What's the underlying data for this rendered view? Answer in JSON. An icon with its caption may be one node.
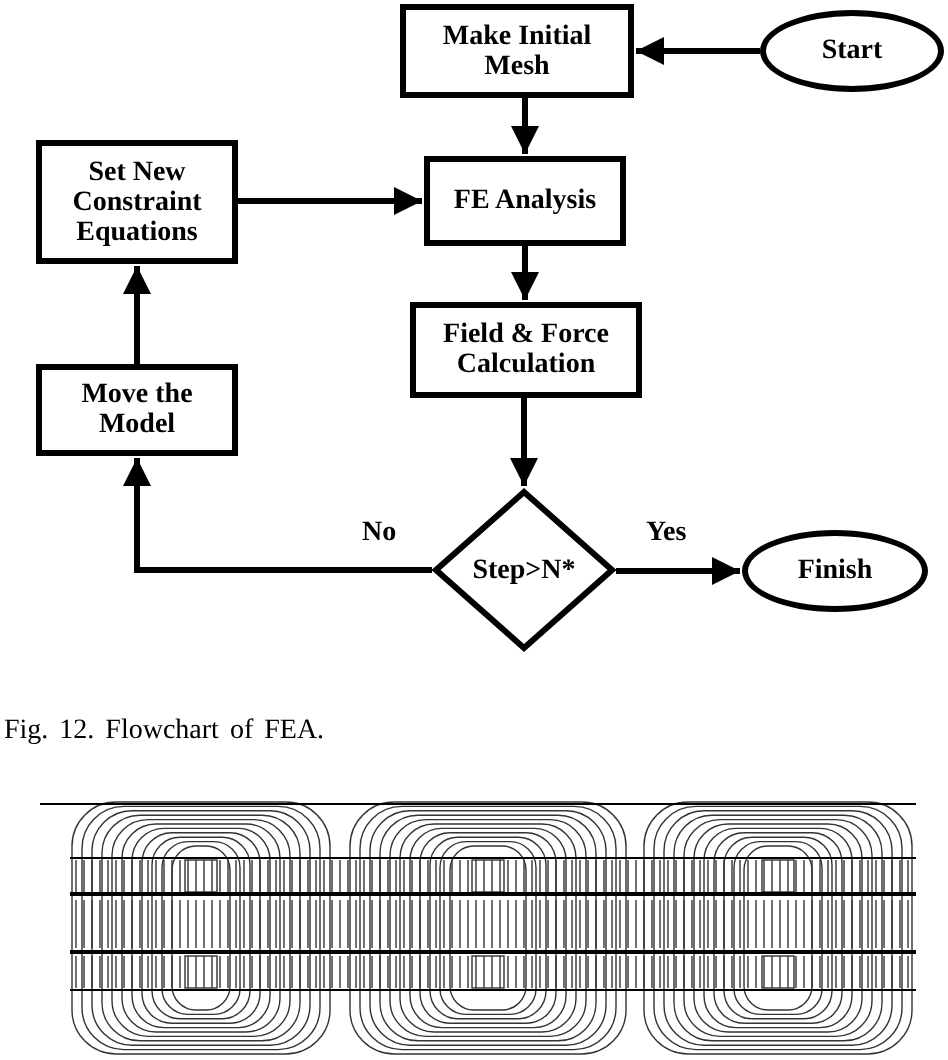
{
  "diagram": {
    "caption": "Fig. 12. Flowchart of FEA.",
    "nodes": [
      {
        "text": [
          "Make Initial Mesh"
        ]
      },
      {
        "text": [
          "Start"
        ]
      },
      {
        "text": [
          "Set New Constraint Equations"
        ]
      },
      {
        "text": [
          "FE Analysis"
        ]
      },
      {
        "text": [
          "Field & Force Calculation"
        ]
      },
      {
        "text": [
          "Move the Model"
        ]
      },
      {
        "text": [
          "Step>N*"
        ]
      },
      {
        "text": [
          "Finish"
        ]
      }
    ],
    "edges": [
      {
        "from": 1,
        "to": 0,
        "arrow": "to"
      },
      {
        "from": 0,
        "to": 3,
        "arrow": "to"
      },
      {
        "from": 2,
        "to": 3,
        "arrow": "to"
      },
      {
        "from": 3,
        "to": 4,
        "arrow": "to"
      },
      {
        "from": 4,
        "to": 6,
        "arrow": "to"
      },
      {
        "from": 6,
        "to": 5,
        "arrow": "to",
        "label": "No"
      },
      {
        "from": 5,
        "to": 2,
        "arrow": "to"
      },
      {
        "from": 6,
        "to": 7,
        "arrow": "to",
        "label": "Yes"
      }
    ]
  }
}
